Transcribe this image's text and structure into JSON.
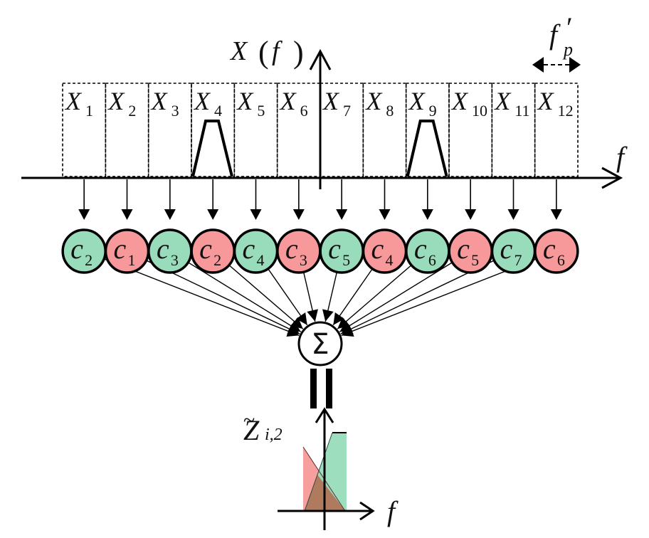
{
  "title": "Frequency band coefficient mapping and summation diagram",
  "colors": {
    "green": "#98dcbc",
    "red": "#f7999a",
    "overlap": "#b07a5e",
    "stroke": "#000000"
  },
  "axes": {
    "spectrum_ylabel_main": "X",
    "spectrum_ylabel_paren_open": "(",
    "spectrum_ylabel_var": "f",
    "spectrum_ylabel_paren_close": ")",
    "spectrum_xlabel": "f",
    "output_xlabel": "f"
  },
  "bandwidth_label": {
    "main": "f",
    "prime": "′",
    "sub": "p"
  },
  "bands": [
    {
      "label": "X",
      "index": "1",
      "has_signal": false
    },
    {
      "label": "X",
      "index": "2",
      "has_signal": false
    },
    {
      "label": "X",
      "index": "3",
      "has_signal": false
    },
    {
      "label": "X",
      "index": "4",
      "has_signal": true
    },
    {
      "label": "X",
      "index": "5",
      "has_signal": false
    },
    {
      "label": "X",
      "index": "6",
      "has_signal": false
    },
    {
      "label": "X",
      "index": "7",
      "has_signal": false
    },
    {
      "label": "X",
      "index": "8",
      "has_signal": false
    },
    {
      "label": "X",
      "index": "9",
      "has_signal": true
    },
    {
      "label": "X",
      "index": "10",
      "has_signal": false
    },
    {
      "label": "X",
      "index": "11",
      "has_signal": false
    },
    {
      "label": "X",
      "index": "12",
      "has_signal": false
    }
  ],
  "coefficients": [
    {
      "label": "c",
      "index": "2",
      "color": "green"
    },
    {
      "label": "c",
      "index": "1",
      "color": "red"
    },
    {
      "label": "c",
      "index": "3",
      "color": "green"
    },
    {
      "label": "c",
      "index": "2",
      "color": "red"
    },
    {
      "label": "c",
      "index": "4",
      "color": "green"
    },
    {
      "label": "c",
      "index": "3",
      "color": "red"
    },
    {
      "label": "c",
      "index": "5",
      "color": "green"
    },
    {
      "label": "c",
      "index": "4",
      "color": "red"
    },
    {
      "label": "c",
      "index": "6",
      "color": "green"
    },
    {
      "label": "c",
      "index": "5",
      "color": "red"
    },
    {
      "label": "c",
      "index": "7",
      "color": "green"
    },
    {
      "label": "c",
      "index": "6",
      "color": "red"
    }
  ],
  "sum_node": {
    "symbol": "Σ"
  },
  "output": {
    "tilde": "~",
    "main": "Z",
    "sub": "i,2"
  }
}
